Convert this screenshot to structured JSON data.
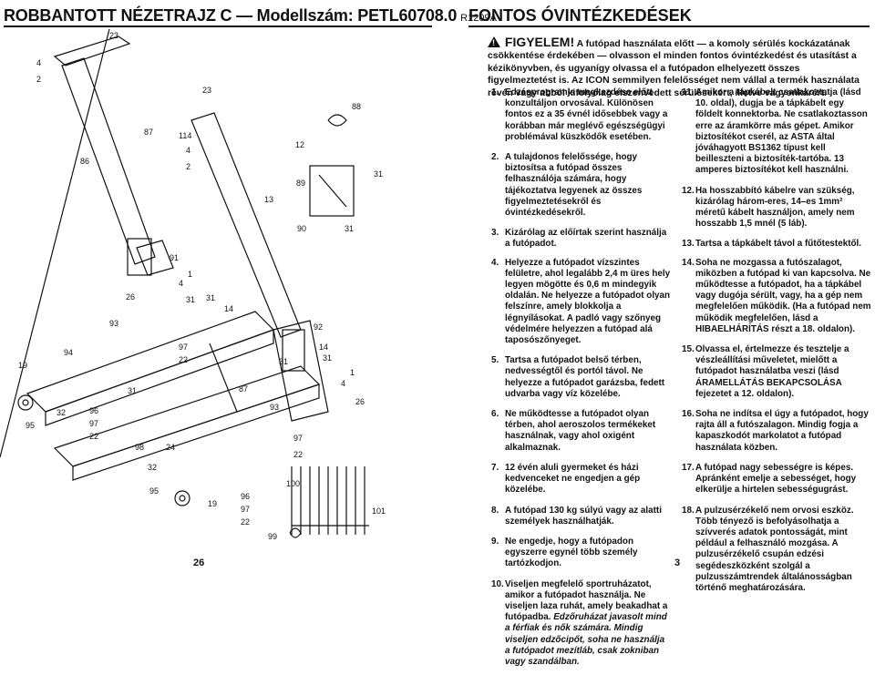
{
  "header": {
    "left_title": "ROBBANTOTT NÉZETRAJZ C — Modellszám: PETL60708.0",
    "left_code": "R1209A",
    "right_title": "FONTOS ÓVINTÉZKEDÉSEK"
  },
  "diagram": {
    "labels": [
      "23",
      "4",
      "2",
      "86",
      "87",
      "114",
      "4",
      "2",
      "23",
      "12",
      "88",
      "31",
      "13",
      "89",
      "91",
      "90",
      "31",
      "1",
      "4",
      "31",
      "26",
      "31",
      "14",
      "93",
      "92",
      "94",
      "31",
      "1",
      "19",
      "96",
      "97",
      "22",
      "97",
      "22",
      "87",
      "93",
      "14",
      "31",
      "4",
      "26",
      "95",
      "32",
      "31",
      "98",
      "24",
      "32",
      "97",
      "22",
      "95",
      "19",
      "96",
      "97",
      "22",
      "100",
      "101",
      "99"
    ]
  },
  "warning": {
    "label": "FIGYELEM!",
    "text": "A futópad használata előtt — a komoly sérülés kockázatának csökkentése érdekében — olvasson el minden fontos óvintézkedést és utasítást a kézikönyvben, és ugyanígy olvassa el a futópadon elhelyezett összes figyelmeztetést is. Az ICON semmilyen felelősséget nem vállal a termék használata révén vagy abból kifolyólag elszenvedett sérülésekért, illetve vagyonkárért."
  },
  "left_items": [
    {
      "num": "1.",
      "text": "Edzésprogramja megkezdése előtt konzultáljon orvosával. Különösen fontos ez a 35 évnél idősebbek vagy a korábban már meglévő egészségügyi problémával küszködők esetében."
    },
    {
      "num": "2.",
      "text": "A tulajdonos felelőssége, hogy biztosítsa a futópad összes felhasználója számára, hogy tájékoztatva legyenek az összes figyelmeztetésekről és óvintézkedésekről."
    },
    {
      "num": "3.",
      "text": "Kizárólag az előírtak szerint használja a futópadot."
    },
    {
      "num": "4.",
      "text": "Helyezze a futópadot vízszintes felületre, ahol legalább 2,4 m üres hely legyen mögötte és 0,6 m mindegyik oldalán. Ne helyezze a futópadot olyan felszínre, amely blokkolja a légnyílásokat. A padló vagy szőnyeg védelmére helyezzen a futópad alá taposószőnyeget."
    },
    {
      "num": "5.",
      "text": "Tartsa a futópadot belső térben, nedvességtől és portól távol. Ne helyezze a futópadot garázsba, fedett udvarba vagy víz közelébe."
    },
    {
      "num": "6.",
      "text": "Ne működtesse a futópadot olyan térben, ahol aeroszolos termékeket használnak, vagy ahol oxigént alkalmaznak."
    },
    {
      "num": "7.",
      "text": "12 évén aluli gyermeket és házi kedvenceket ne engedjen a gép közelébe."
    },
    {
      "num": "8.",
      "text": "A futópad 130 kg súlyú vagy az alatti személyek használhatják."
    },
    {
      "num": "9.",
      "text": "Ne engedje, hogy a futópadon egyszerre egynél több személy tartózkodjon."
    },
    {
      "num": "10.",
      "text": "Viseljen megfelelő sportruházatot, amikor a futópadot használja. Ne viseljen laza ruhát, amely beakadhat a futópadba.",
      "italic": "Edzőruházat javasolt mind a férfiak és nők számára. Mindig viseljen edzőcipőt, soha ne használja a futópadot mezítláb, csak zokniban vagy szandálban."
    }
  ],
  "right_items": [
    {
      "num": "11.",
      "text": "Amikor a tápkábelt csatlakoztatja (lásd 10. oldal), dugja be a tápkábelt egy földelt konnektorba. Ne csatlakoztasson erre az áramkörre más gépet. Amikor biztosítékot cserél, az ASTA által jóváhagyott BS1362 típust kell beilleszteni a biztosíték-tartóba. 13 amperes biztosítékot kell használni."
    },
    {
      "num": "12.",
      "text": "Ha hosszabbító kábelre van szükség, kizárólag három-eres, 14–es 1mm² méretű kábelt használjon, amely nem hosszabb 1,5 mnél (5 láb)."
    },
    {
      "num": "13.",
      "text": "Tartsa a tápkábelt távol a fűtőtestektől."
    },
    {
      "num": "14.",
      "text": "Soha ne mozgassa a futószalagot, miközben a futópad ki van kapcsolva. Ne működtesse a futópadot, ha a tápkábel vagy dugója sérült, vagy, ha a gép nem megfelelően működik. (Ha a futópad nem működik megfelelően, lásd a HIBAELHÁRÍTÁS részt a 18. oldalon)."
    },
    {
      "num": "15.",
      "text": "Olvassa el, értelmezze és tesztelje a vészleállítási műveletet, mielőtt a futópadot használatba veszi (lásd ÁRAMELLÁTÁS BEKAPCSOLÁSA fejezetet a 12. oldalon)."
    },
    {
      "num": "16.",
      "text": "Soha ne indítsa el úgy a futópadot, hogy rajta áll a futószalagon. Mindig fogja a kapaszkodót markolatot a futópad használata közben."
    },
    {
      "num": "17.",
      "text": "A futópad nagy sebességre is képes. Apránként emelje a sebességet, hogy elkerülje a hirtelen sebességugrást."
    },
    {
      "num": "18.",
      "text": "A pulzusérzékelő nem orvosi eszköz. Több tényező is befolyásolhatja a szívverés adatok pontosságát, mint például a felhasználó mozgása. A pulzusérzékelő csupán edzési segédeszközként szolgál a pulzusszámtrendek általánosságban történő meghatározására."
    }
  ],
  "page_numbers": {
    "left": "26",
    "right": "3"
  }
}
